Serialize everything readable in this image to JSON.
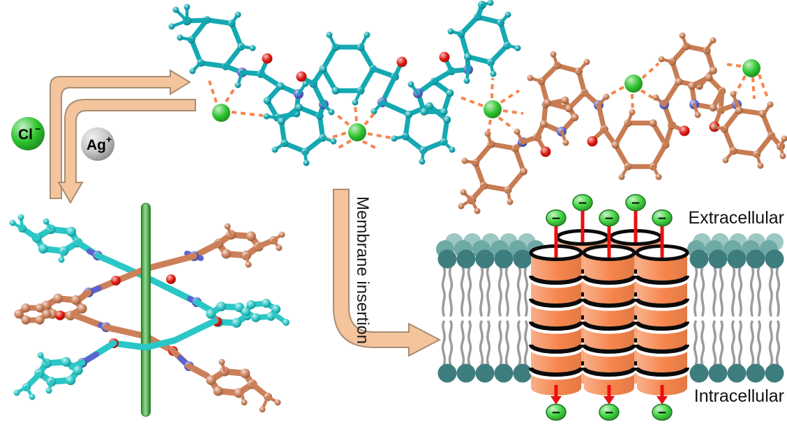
{
  "figure": {
    "reactants": {
      "chloride": {
        "symbol": "Cl",
        "charge": "−"
      },
      "silver": {
        "symbol": "Ag",
        "charge": "+"
      }
    },
    "process_arrow": {
      "label": "Membrane insertion"
    },
    "membrane": {
      "extracellular_label": "Extracellular",
      "intracellular_label": "Intracellular",
      "anion_symbol": "−"
    },
    "colors": {
      "cyan_molecule": "#14A9B2",
      "orange_molecule": "#C87C52",
      "helix_cyan": "#2BC6C6",
      "helix_orange": "#CC8059",
      "nitrogen_blue": "#5B63CD",
      "oxygen_red": "#DF1810",
      "chloride_green": "#2EC42E",
      "hydrogen_bond_orange": "#F6854C",
      "arrow_peach": "#F4C49C",
      "arrow_outline": "#A98D73",
      "lipid_head_teal_front": "#3E7D7D",
      "lipid_head_teal_mid": "#6FA9A5",
      "lipid_head_teal_back": "#9CC7C2",
      "lipid_tail_gray": "#9B9B9B",
      "channel_orange": "#F6854C",
      "channel_orange_back": "#F9A478",
      "anion_green": "#3FD43F",
      "ion_red_line": "#E81010",
      "rod_green": "#2FB32F",
      "silver_gray": "#C6C6C6",
      "label_black": "#111111"
    }
  }
}
